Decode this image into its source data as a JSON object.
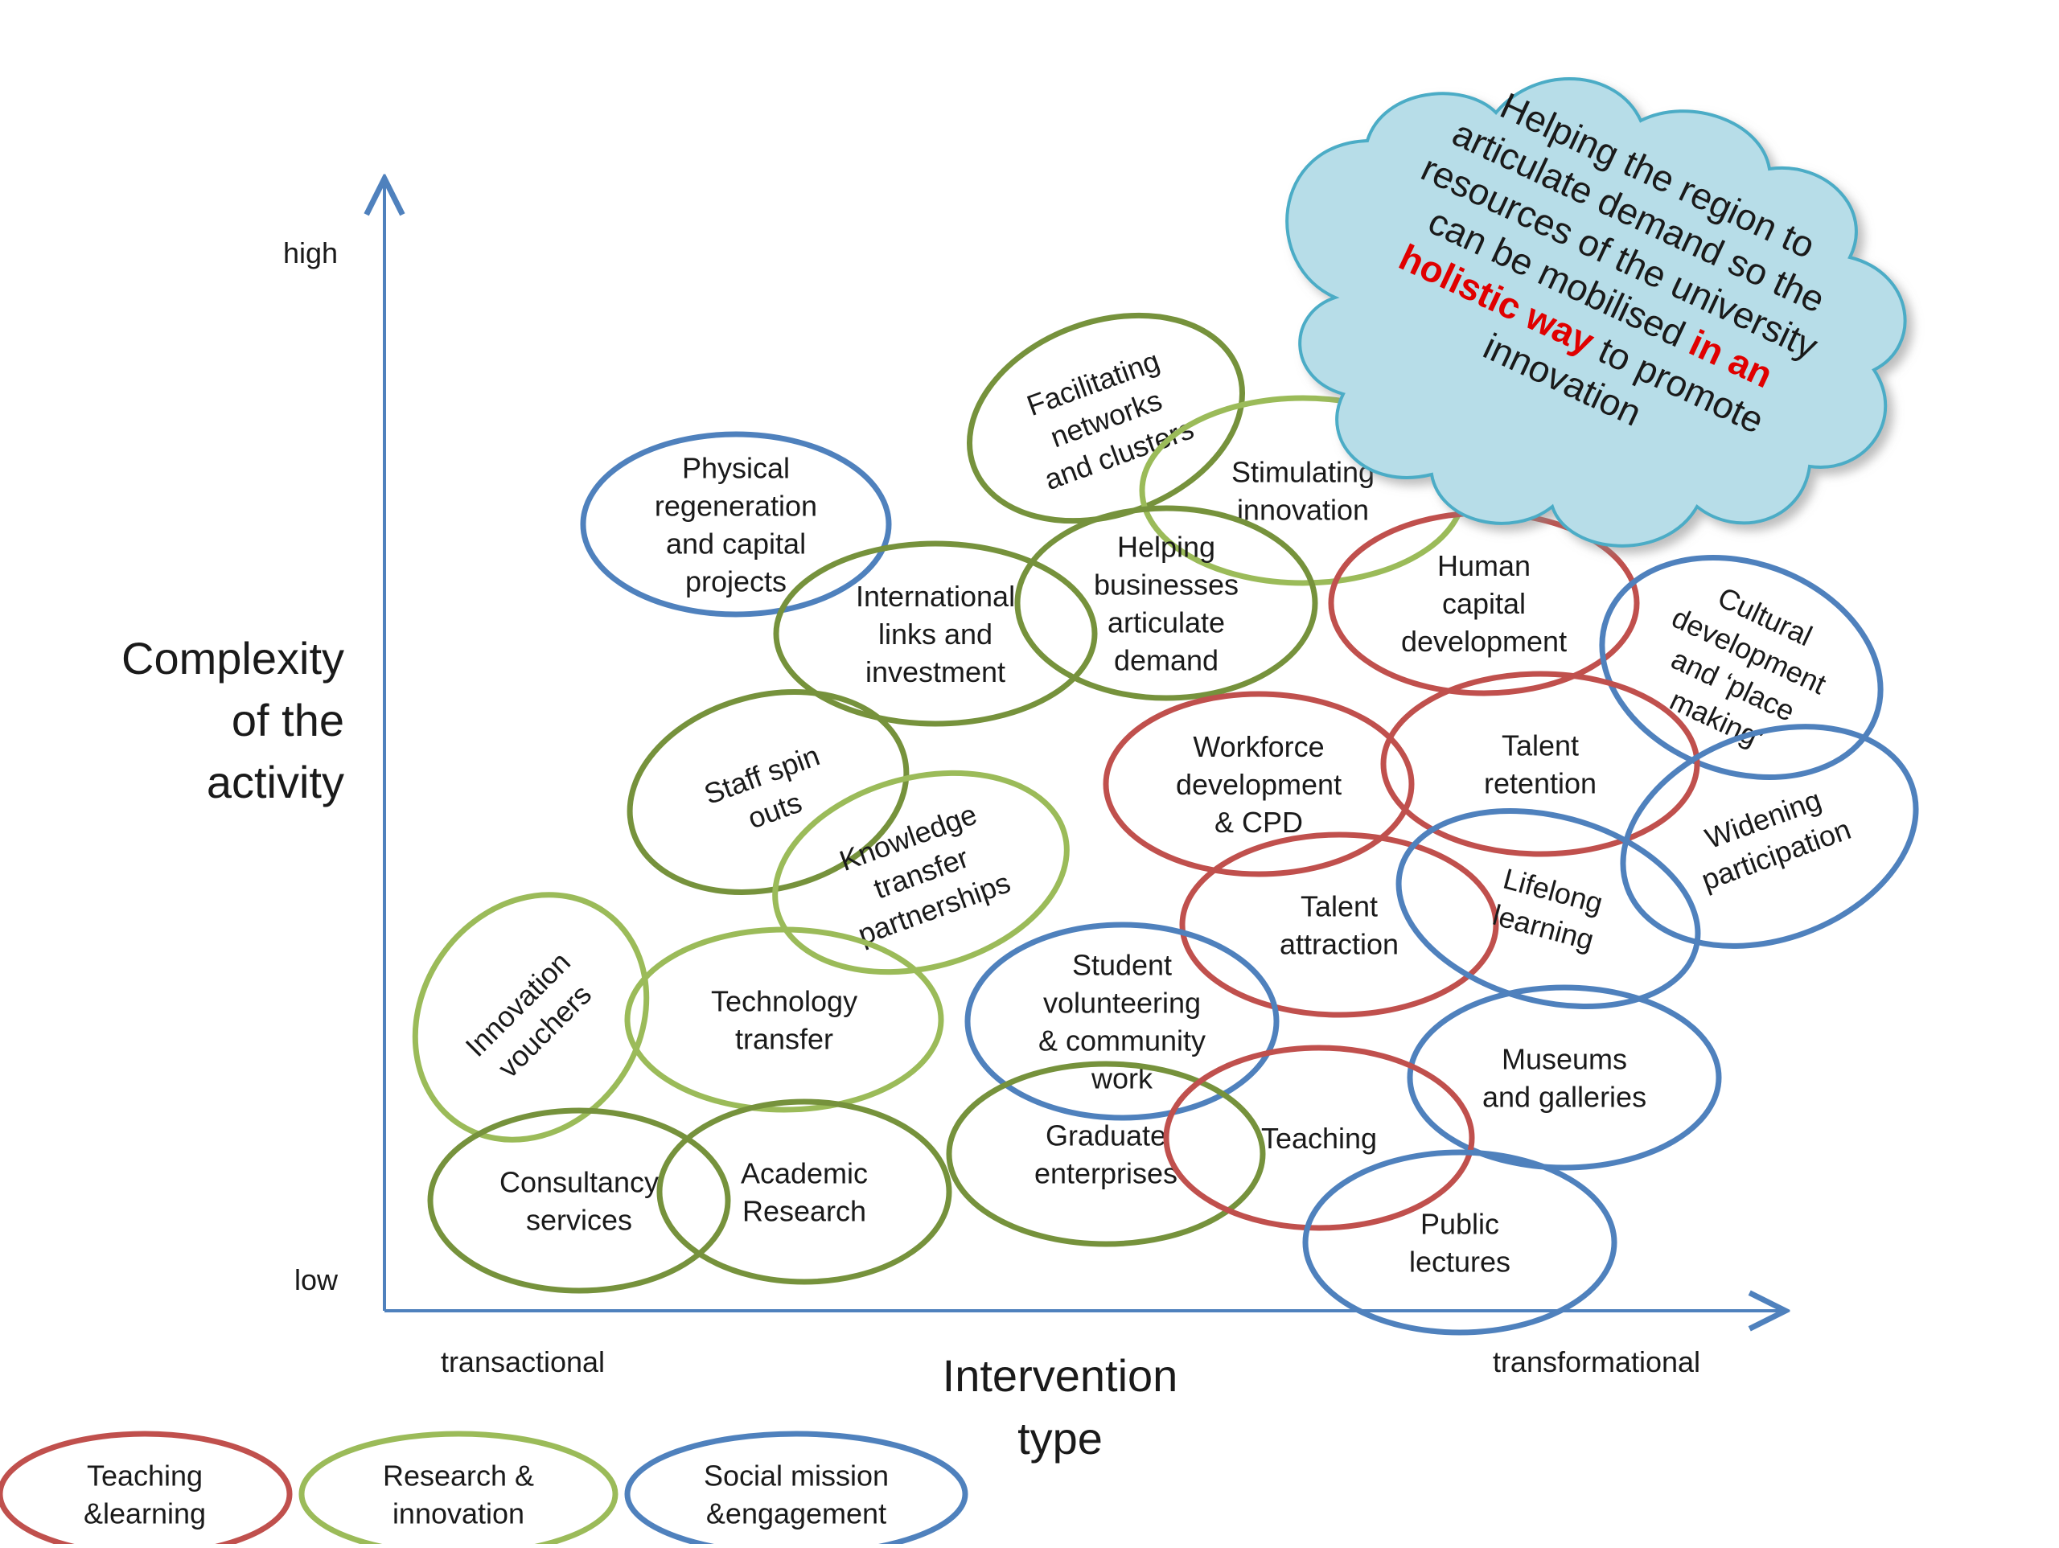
{
  "axes": {
    "y_title_lines": [
      "Complexity",
      "of the",
      "activity"
    ],
    "y_high": "high",
    "y_low": "low",
    "x_title_lines": [
      "Intervention",
      "type"
    ],
    "x_left": "transactional",
    "x_right": "transformational"
  },
  "categories": {
    "teaching": {
      "color": "#c0504d"
    },
    "research": {
      "color": "#9bbb59"
    },
    "research_dark": {
      "color": "#76923c"
    },
    "social": {
      "color": "#4f81bd"
    }
  },
  "bubbles": [
    {
      "id": "physical-regeneration",
      "cat": "social",
      "lines": [
        "Physical",
        "regeneration",
        "and capital",
        "projects"
      ]
    },
    {
      "id": "facilitating-networks",
      "cat": "research_dark",
      "lines": [
        "Facilitating",
        "networks",
        "and clusters"
      ]
    },
    {
      "id": "stimulating-innovation",
      "cat": "research",
      "lines": [
        "Stimulating",
        "innovation"
      ]
    },
    {
      "id": "international-links",
      "cat": "research_dark",
      "lines": [
        "International",
        "links and",
        "investment"
      ]
    },
    {
      "id": "helping-businesses",
      "cat": "research_dark",
      "lines": [
        "Helping",
        "businesses",
        "articulate",
        "demand"
      ]
    },
    {
      "id": "human-capital",
      "cat": "teaching",
      "lines": [
        "Human",
        "capital",
        "development"
      ]
    },
    {
      "id": "cultural-development",
      "cat": "social",
      "lines": [
        "Cultural",
        "development",
        "and ‘place",
        "making’"
      ]
    },
    {
      "id": "staff-spin-outs",
      "cat": "research_dark",
      "lines": [
        "Staff  spin",
        "outs"
      ]
    },
    {
      "id": "workforce-development",
      "cat": "teaching",
      "lines": [
        "Workforce",
        "development",
        "& CPD"
      ]
    },
    {
      "id": "talent-retention",
      "cat": "teaching",
      "lines": [
        "Talent",
        "retention"
      ]
    },
    {
      "id": "knowledge-transfer",
      "cat": "research",
      "lines": [
        "Knowledge",
        "transfer",
        "partnerships"
      ]
    },
    {
      "id": "widening-participation",
      "cat": "social",
      "lines": [
        "Widening",
        "participation"
      ]
    },
    {
      "id": "talent-attraction",
      "cat": "teaching",
      "lines": [
        "Talent",
        "attraction"
      ]
    },
    {
      "id": "lifelong-learning",
      "cat": "social",
      "lines": [
        "Lifelong",
        "learning"
      ]
    },
    {
      "id": "innovation-vouchers",
      "cat": "research",
      "lines": [
        "Innovation",
        "vouchers"
      ]
    },
    {
      "id": "technology-transfer",
      "cat": "research",
      "lines": [
        "Technology",
        "transfer"
      ]
    },
    {
      "id": "student-volunteering",
      "cat": "social",
      "lines": [
        "Student",
        "volunteering",
        "& community",
        "work"
      ]
    },
    {
      "id": "museums-galleries",
      "cat": "social",
      "lines": [
        "Museums",
        "and galleries"
      ]
    },
    {
      "id": "graduate-enterprises",
      "cat": "research_dark",
      "lines": [
        "Graduate",
        "enterprises"
      ]
    },
    {
      "id": "teaching",
      "cat": "teaching",
      "lines": [
        "Teaching"
      ]
    },
    {
      "id": "consultancy-services",
      "cat": "research_dark",
      "lines": [
        "Consultancy",
        "services"
      ]
    },
    {
      "id": "academic-research",
      "cat": "research_dark",
      "lines": [
        "Academic",
        "Research"
      ]
    },
    {
      "id": "public-lectures",
      "cat": "social",
      "lines": [
        "Public",
        "lectures"
      ]
    }
  ],
  "cloud": {
    "lines": [
      [
        {
          "t": "Helping the region to",
          "red": false
        }
      ],
      [
        {
          "t": "articulate demand so the",
          "red": false
        }
      ],
      [
        {
          "t": "resources of the university",
          "red": false
        }
      ],
      [
        {
          "t": "can be mobilised ",
          "red": false
        },
        {
          "t": "in an",
          "red": true
        }
      ],
      [
        {
          "t": "holistic way",
          "red": true
        },
        {
          "t": " to promote",
          "red": false
        }
      ],
      [
        {
          "t": "innovation",
          "red": false
        }
      ]
    ],
    "fill": "#b7dde8",
    "stroke": "#4bacc6",
    "highlight": "#e00000"
  },
  "legend": [
    {
      "cat": "teaching",
      "lines": [
        "Teaching",
        "&learning"
      ]
    },
    {
      "cat": "research",
      "lines": [
        "Research &",
        "innovation"
      ]
    },
    {
      "cat": "social",
      "lines": [
        "Social mission",
        "&engagement"
      ]
    }
  ],
  "axis_color": "#4f81bd"
}
